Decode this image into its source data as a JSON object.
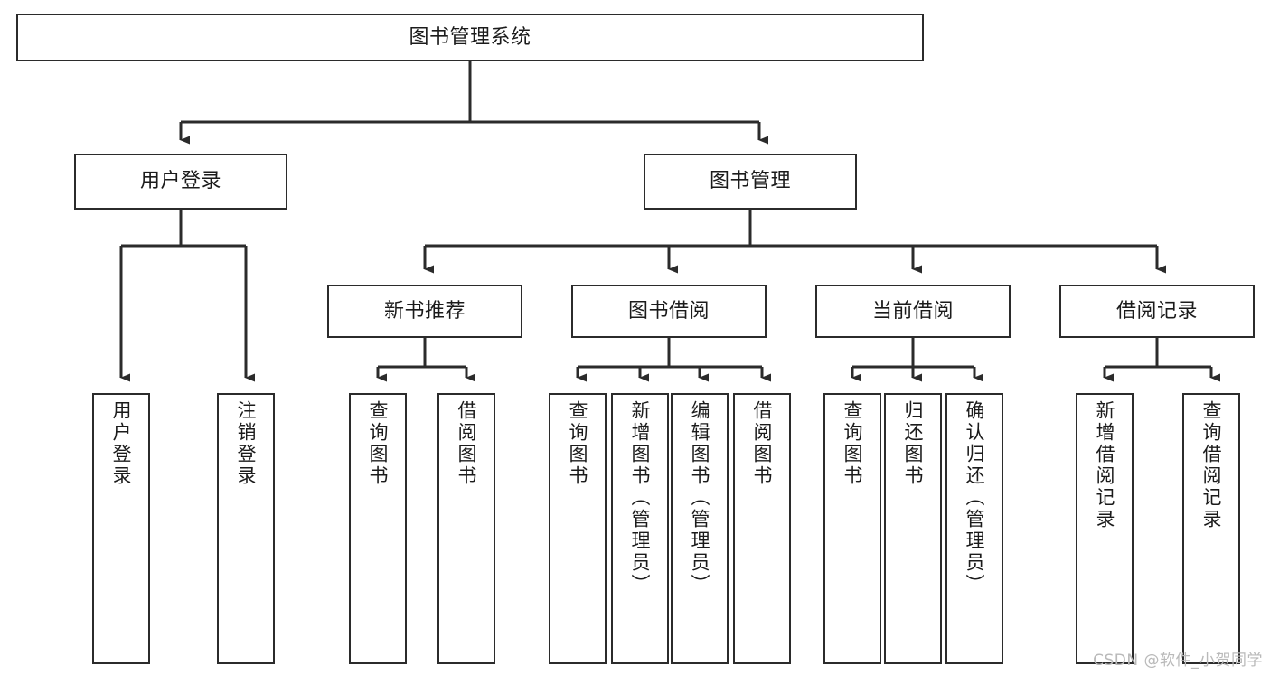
{
  "diagram": {
    "title": "图书管理系统",
    "type": "tree-hierarchy",
    "orientation": "top-down",
    "colors": {
      "box_border": "#2b2b2b",
      "box_fill": "#ffffff",
      "edge": "#2b2b2b",
      "text": "#1b1b1b",
      "watermark": "#b9b9b9",
      "canvas": "#ffffff"
    },
    "nodes": {
      "root": {
        "label": "图书管理系统",
        "level": 1,
        "orientation": "horizontal"
      },
      "n_user_login": {
        "label": "用户登录",
        "level": 2,
        "orientation": "horizontal"
      },
      "n_book_mgmt": {
        "label": "图书管理",
        "level": 2,
        "orientation": "horizontal"
      },
      "n_new_book_rec": {
        "label": "新书推荐",
        "level": 3,
        "orientation": "horizontal"
      },
      "n_book_borrow": {
        "label": "图书借阅",
        "level": 3,
        "orientation": "horizontal"
      },
      "n_current_borrow": {
        "label": "当前借阅",
        "level": 3,
        "orientation": "horizontal"
      },
      "n_borrow_record": {
        "label": "借阅记录",
        "level": 3,
        "orientation": "horizontal"
      },
      "l_user_login": {
        "label": "用户登录",
        "level": 3,
        "orientation": "vertical"
      },
      "l_user_logout": {
        "label": "注销登录",
        "level": 3,
        "orientation": "vertical"
      },
      "l_query_book_1": {
        "label": "查询图书",
        "level": 4,
        "orientation": "vertical"
      },
      "l_borrow_book_1": {
        "label": "借阅图书",
        "level": 4,
        "orientation": "vertical"
      },
      "l_query_book_2": {
        "label": "查询图书",
        "level": 4,
        "orientation": "vertical"
      },
      "l_add_book_admin": {
        "label": "新增图书（管理员）",
        "level": 4,
        "orientation": "vertical"
      },
      "l_edit_book_admin": {
        "label": "编辑图书（管理员）",
        "level": 4,
        "orientation": "vertical"
      },
      "l_borrow_book_2": {
        "label": "借阅图书",
        "level": 4,
        "orientation": "vertical"
      },
      "l_query_book_3": {
        "label": "查询图书",
        "level": 4,
        "orientation": "vertical"
      },
      "l_return_book": {
        "label": "归还图书",
        "level": 4,
        "orientation": "vertical"
      },
      "l_confirm_return_admin": {
        "label": "确认归还（管理员）",
        "level": 4,
        "orientation": "vertical"
      },
      "l_add_record": {
        "label": "新增借阅记录",
        "level": 4,
        "orientation": "vertical"
      },
      "l_query_record": {
        "label": "查询借阅记录",
        "level": 4,
        "orientation": "vertical"
      }
    },
    "edges": [
      {
        "from": "root",
        "to": "n_user_login"
      },
      {
        "from": "root",
        "to": "n_book_mgmt"
      },
      {
        "from": "n_user_login",
        "to": "l_user_login"
      },
      {
        "from": "n_user_login",
        "to": "l_user_logout"
      },
      {
        "from": "n_book_mgmt",
        "to": "n_new_book_rec"
      },
      {
        "from": "n_book_mgmt",
        "to": "n_book_borrow"
      },
      {
        "from": "n_book_mgmt",
        "to": "n_current_borrow"
      },
      {
        "from": "n_book_mgmt",
        "to": "n_borrow_record"
      },
      {
        "from": "n_new_book_rec",
        "to": "l_query_book_1"
      },
      {
        "from": "n_new_book_rec",
        "to": "l_borrow_book_1"
      },
      {
        "from": "n_book_borrow",
        "to": "l_query_book_2"
      },
      {
        "from": "n_book_borrow",
        "to": "l_add_book_admin"
      },
      {
        "from": "n_book_borrow",
        "to": "l_edit_book_admin"
      },
      {
        "from": "n_book_borrow",
        "to": "l_borrow_book_2"
      },
      {
        "from": "n_current_borrow",
        "to": "l_query_book_3"
      },
      {
        "from": "n_current_borrow",
        "to": "l_return_book"
      },
      {
        "from": "n_current_borrow",
        "to": "l_confirm_return_admin"
      },
      {
        "from": "n_borrow_record",
        "to": "l_add_record"
      },
      {
        "from": "n_borrow_record",
        "to": "l_query_record"
      }
    ]
  },
  "watermark": {
    "text": "CSDN @软件_小贺同学"
  }
}
